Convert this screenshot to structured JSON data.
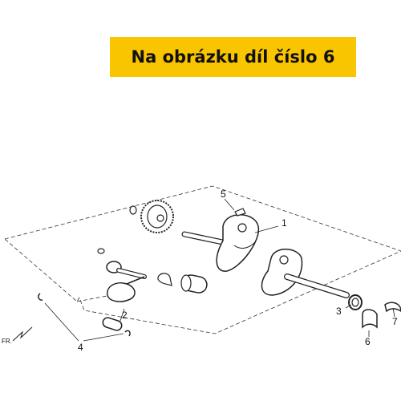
{
  "banner": {
    "text": "Na obrázku díl číslo 6",
    "bg_color": "#f9c400"
  },
  "orientation_mark": "FR.",
  "callouts": [
    "1",
    "2",
    "3",
    "4",
    "5",
    "6",
    "7"
  ]
}
